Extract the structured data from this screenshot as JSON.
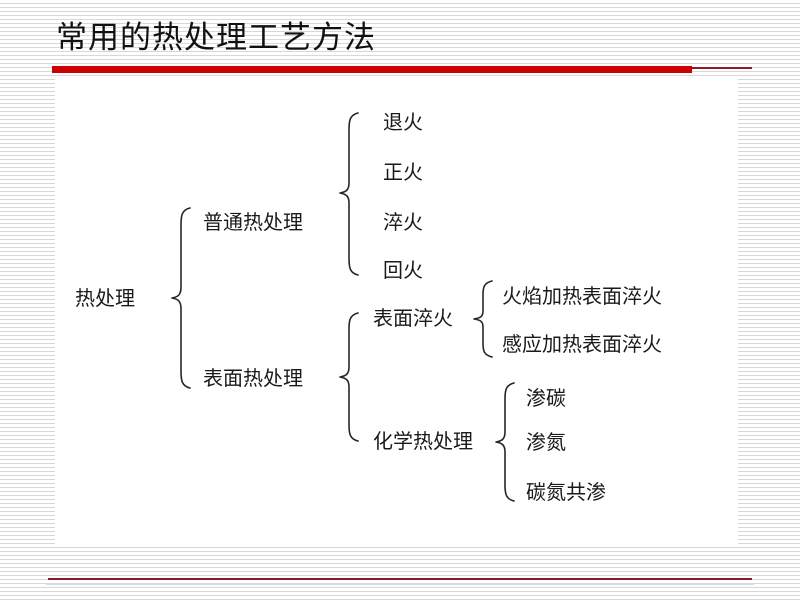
{
  "slide": {
    "title": "常用的热处理工艺方法",
    "accent_color": "#cc0000",
    "rule_color": "#8b1a2b",
    "background_color": "#ffffff"
  },
  "diagram": {
    "type": "brace-tree",
    "root": {
      "label": "热处理",
      "children": [
        {
          "label": "普通热处理",
          "children": [
            {
              "label": "退火"
            },
            {
              "label": "正火"
            },
            {
              "label": "淬火"
            },
            {
              "label": "回火"
            }
          ]
        },
        {
          "label": "表面热处理",
          "children": [
            {
              "label": "表面淬火",
              "children": [
                {
                  "label": "火焰加热表面淬火"
                },
                {
                  "label": "感应加热表面淬火"
                }
              ]
            },
            {
              "label": "化学热处理",
              "children": [
                {
                  "label": "渗碳"
                },
                {
                  "label": "渗氮"
                },
                {
                  "label": "碳氮共渗"
                }
              ]
            }
          ]
        }
      ]
    },
    "nodes": {
      "root": "热处理",
      "l1_a": "普通热处理",
      "l1_b": "表面热处理",
      "l2_a1": "退火",
      "l2_a2": "正火",
      "l2_a3": "淬火",
      "l2_a4": "回火",
      "l2_b1": "表面淬火",
      "l2_b2": "化学热处理",
      "l3_b1_1": "火焰加热表面淬火",
      "l3_b1_2": "感应加热表面淬火",
      "l3_b2_1": "渗碳",
      "l3_b2_2": "渗氮",
      "l3_b2_3": "碳氮共渗"
    }
  }
}
